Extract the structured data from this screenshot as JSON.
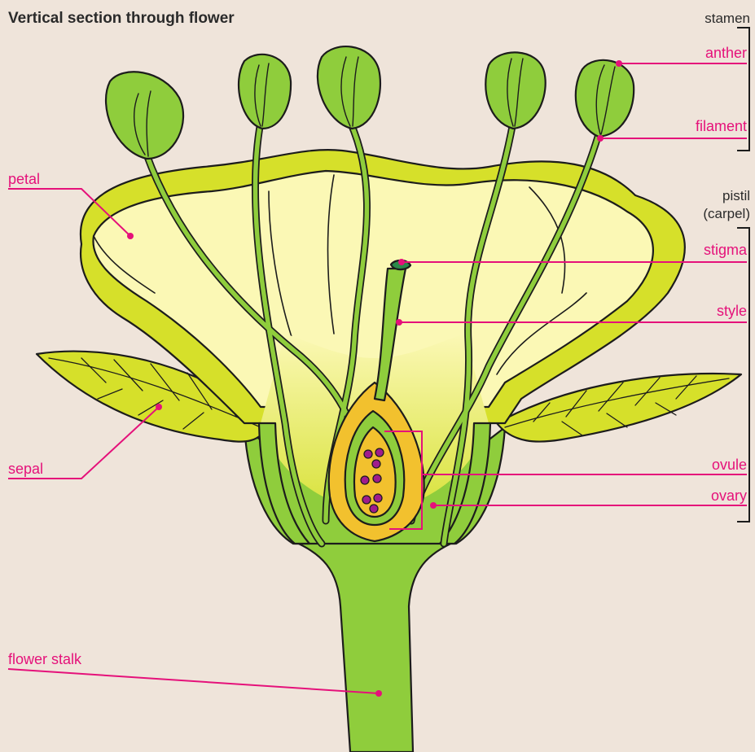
{
  "title": "Vertical section through flower",
  "labels": {
    "petal": "petal",
    "sepal": "sepal",
    "flower_stalk": "flower stalk",
    "anther": "anther",
    "filament": "filament",
    "stigma": "stigma",
    "style": "style",
    "ovule": "ovule",
    "ovary": "ovary"
  },
  "groups": {
    "stamen": "stamen",
    "pistil_line1": "pistil",
    "pistil_line2": "(carpel)"
  },
  "colors": {
    "background": "#efe4da",
    "label": "#e5117a",
    "outline": "#1c1c1c",
    "green": "#8fcd3c",
    "pale_yellow": "#fbf8b5",
    "yellow_green": "#d6e02a",
    "ovary_orange": "#f2c12e",
    "ovule_purple": "#a01c8c"
  }
}
